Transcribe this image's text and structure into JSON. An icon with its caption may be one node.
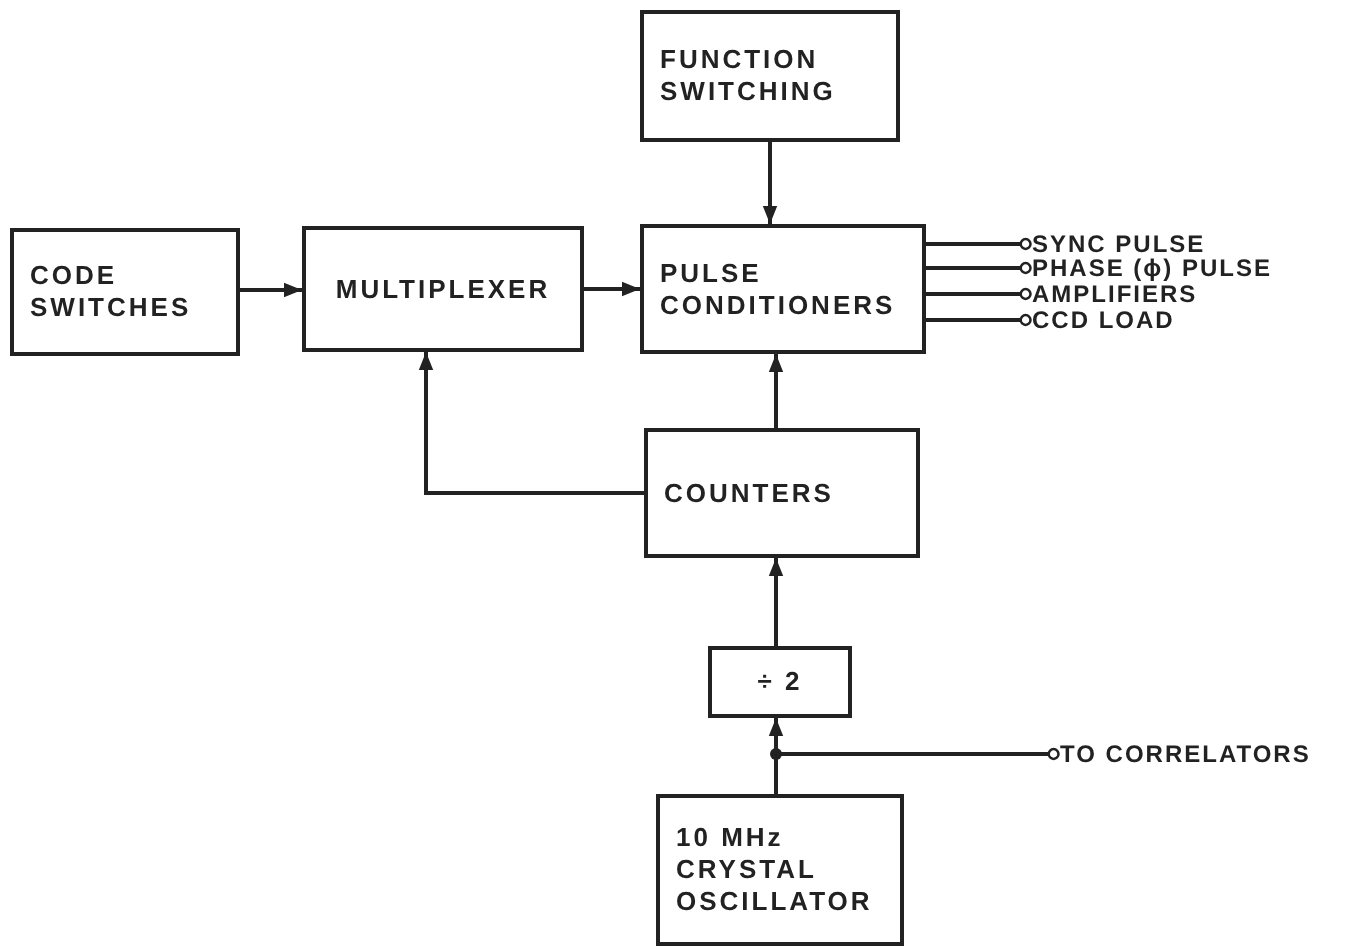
{
  "diagram": {
    "nodes": [
      {
        "text": [
          "FUNCTION SWITCHING"
        ]
      },
      {
        "text": [
          "CODE SWITCHES"
        ]
      },
      {
        "text": [
          "MULTIPLEXER"
        ]
      },
      {
        "text": [
          "PULSE CONDITIONERS"
        ]
      },
      {
        "text": [
          "COUNTERS"
        ]
      },
      {
        "text": [
          "÷ 2"
        ]
      },
      {
        "text": [
          "10 MHz CRYSTAL OSCILLATOR"
        ]
      },
      {
        "text": [
          "SYNC PULSE"
        ]
      },
      {
        "text": [
          "PHASE (ϕ) PULSE"
        ]
      },
      {
        "text": [
          "AMPLIFIERS"
        ]
      },
      {
        "text": [
          "CCD LOAD"
        ]
      },
      {
        "text": [
          "TO CORRELATORS"
        ]
      }
    ],
    "edges": [
      {
        "from": 0,
        "to": 3,
        "arrow": "to"
      },
      {
        "from": 1,
        "to": 2,
        "arrow": "to"
      },
      {
        "from": 2,
        "to": 3,
        "arrow": "to"
      },
      {
        "from": 4,
        "to": 2,
        "arrow": "to"
      },
      {
        "from": 4,
        "to": 3,
        "arrow": "to"
      },
      {
        "from": 5,
        "to": 4,
        "arrow": "to"
      },
      {
        "from": 6,
        "to": 5,
        "arrow": "to"
      },
      {
        "from": 6,
        "to": 11,
        "arrow": "other"
      },
      {
        "from": 3,
        "to": 7,
        "arrow": "other"
      },
      {
        "from": 3,
        "to": 8,
        "arrow": "other"
      },
      {
        "from": 3,
        "to": 9,
        "arrow": "other"
      },
      {
        "from": 3,
        "to": 10,
        "arrow": "other"
      }
    ]
  }
}
